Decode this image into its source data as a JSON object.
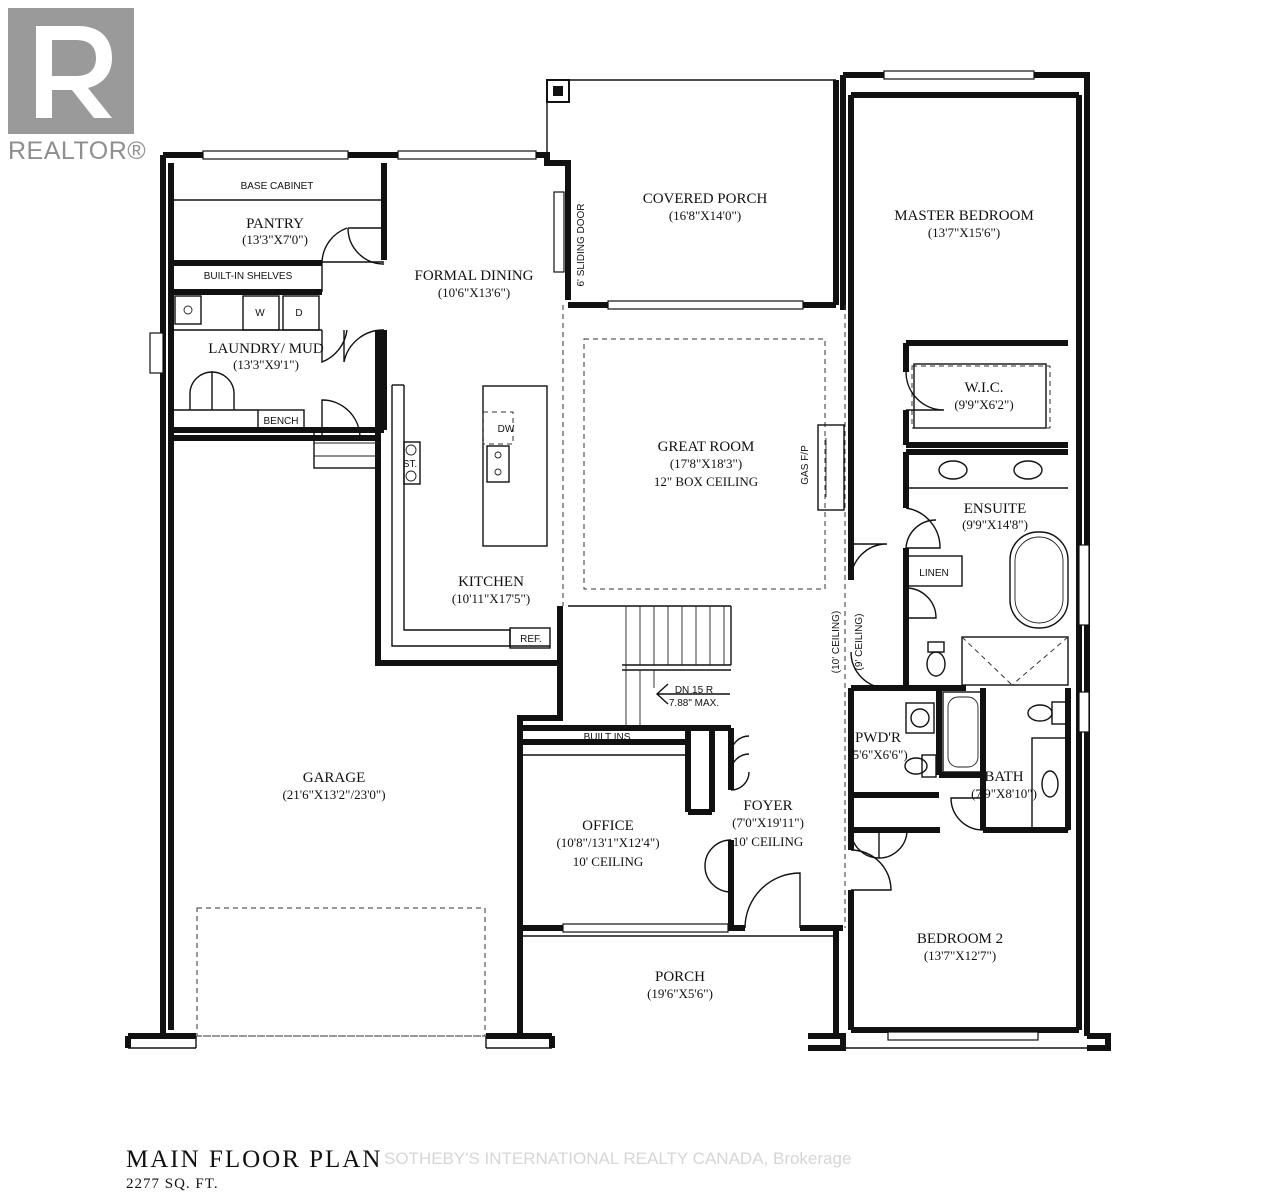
{
  "logo": {
    "text": "REALTOR®",
    "brand_gray": "#9a9a9a"
  },
  "footer": {
    "title": "MAIN  FLOOR  PLAN",
    "area": "2277 SQ. FT.",
    "watermark": "SOTHEBY'S INTERNATIONAL REALTY CANADA, Brokerage"
  },
  "rooms": {
    "pantry": {
      "name": "PANTRY",
      "dims": "(13'3\"X7'0\")",
      "cabinet": "BASE CABINET",
      "shelves": "BUILT-IN SHELVES"
    },
    "laundry": {
      "name": "LAUNDRY/ MUD",
      "dims": "(13'3\"X9'1\")",
      "bench": "BENCH",
      "washer": "W",
      "dryer": "D"
    },
    "formal_dining": {
      "name": "FORMAL DINING",
      "dims": "(10'6\"X13'6\")"
    },
    "covered_porch": {
      "name": "COVERED PORCH",
      "dims": "(16'8\"X14'0\")",
      "door": "6' SLIDING DOOR"
    },
    "master_bedroom": {
      "name": "MASTER BEDROOM",
      "dims": "(13'7\"X15'6\")"
    },
    "wic": {
      "name": "W.I.C.",
      "dims": "(9'9\"X6'2\")"
    },
    "great_room": {
      "name": "GREAT ROOM",
      "dims": "(17'8\"X18'3\")",
      "note": "12\" BOX CEILING",
      "fireplace": "GAS F/P"
    },
    "ensuite": {
      "name": "ENSUITE",
      "dims": "(9'9\"X14'8\")",
      "linen": "LINEN"
    },
    "kitchen": {
      "name": "KITCHEN",
      "dims": "(10'11\"X17'5\")",
      "ref": "REF.",
      "stove": "ST.",
      "dw": "DW"
    },
    "garage": {
      "name": "GARAGE",
      "dims": "(21'6\"X13'2\"/23'0\")"
    },
    "stairs": {
      "line1": "DN 15 R",
      "line2": "7.88\" MAX."
    },
    "ceiling_notes": {
      "left": "(10' CEILING)",
      "right": "(9' CEILING)"
    },
    "pwdr": {
      "name": "PWD'R",
      "dims": "(5'6\"X6'6\")"
    },
    "bath": {
      "name": "BATH",
      "dims": "(7'9\"X8'10\")"
    },
    "office": {
      "name": "OFFICE",
      "dims": "(10'8\"/13'1\"X12'4\")",
      "note": "10' CEILING",
      "builtins": "BUILT INS"
    },
    "foyer": {
      "name": "FOYER",
      "dims": "(7'0\"X19'11\")",
      "note": "10' CEILING"
    },
    "porch": {
      "name": "PORCH",
      "dims": "(19'6\"X5'6\")"
    },
    "bedroom2": {
      "name": "BEDROOM 2",
      "dims": "(13'7\"X12'7\")"
    }
  }
}
